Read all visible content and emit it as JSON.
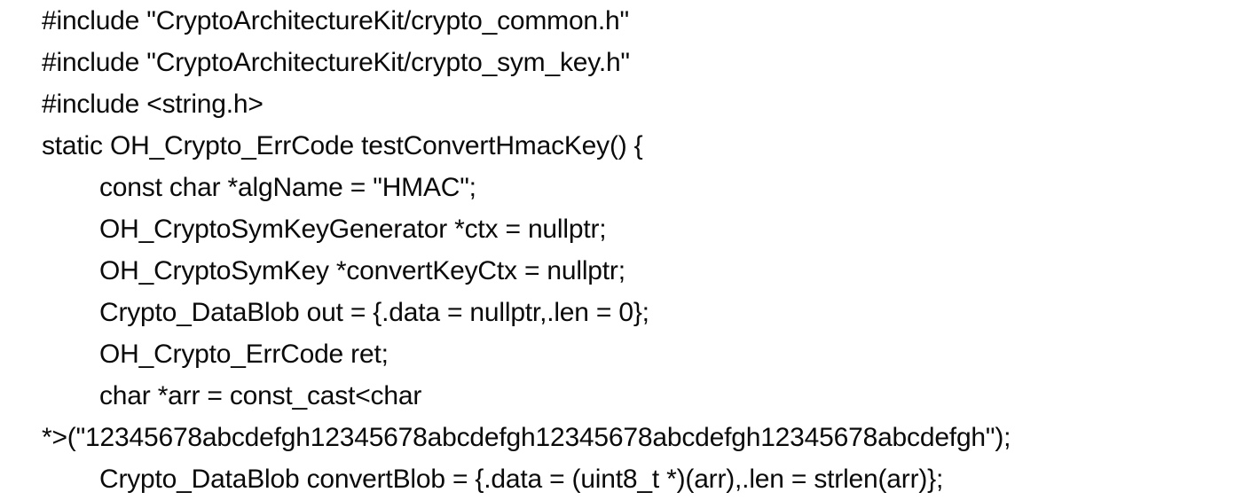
{
  "document": {
    "kind": "code-snippet",
    "language": "c",
    "background_color": "#ffffff",
    "text_color": "#0a0a0a",
    "lines": [
      {
        "indent": 0,
        "text": "#include \"CryptoArchitectureKit/crypto_common.h\""
      },
      {
        "indent": 0,
        "text": "#include \"CryptoArchitectureKit/crypto_sym_key.h\""
      },
      {
        "indent": 0,
        "text": "#include <string.h>"
      },
      {
        "indent": 0,
        "text": "static OH_Crypto_ErrCode testConvertHmacKey() {"
      },
      {
        "indent": 1,
        "text": "const char *algName = \"HMAC\";"
      },
      {
        "indent": 1,
        "text": "OH_CryptoSymKeyGenerator *ctx = nullptr;"
      },
      {
        "indent": 1,
        "text": "OH_CryptoSymKey *convertKeyCtx = nullptr;"
      },
      {
        "indent": 1,
        "text": "Crypto_DataBlob out = {.data = nullptr,.len = 0};"
      },
      {
        "indent": 1,
        "text": "OH_Crypto_ErrCode ret;"
      },
      {
        "indent": 1,
        "text": "char *arr = const_cast<char"
      },
      {
        "indent": 0,
        "text": "*>(\"12345678abcdefgh12345678abcdefgh12345678abcdefgh12345678abcdefgh\");"
      },
      {
        "indent": 1,
        "text": "Crypto_DataBlob convertBlob = {.data = (uint8_t *)(arr),.len = strlen(arr)};"
      }
    ]
  }
}
